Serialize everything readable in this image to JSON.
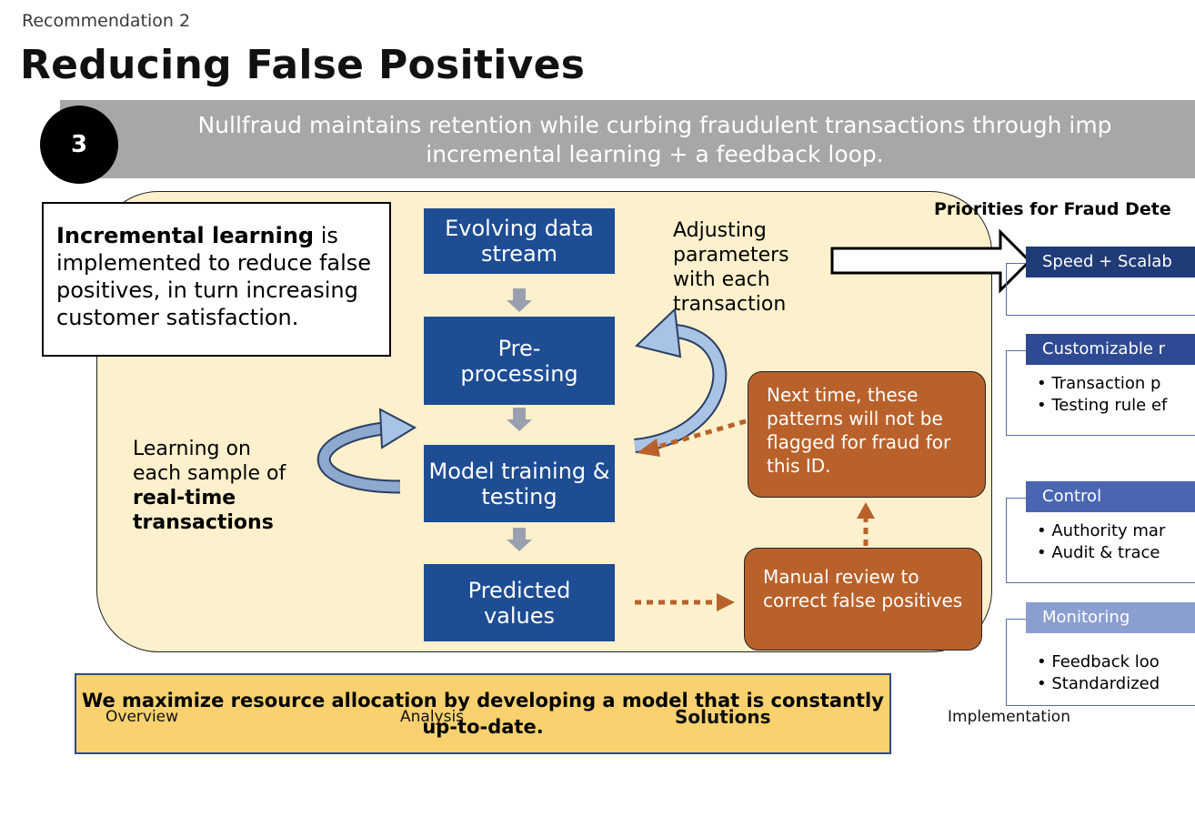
{
  "header": {
    "eyebrow": "Recommendation 2",
    "title": "Reducing False Positives"
  },
  "banner": {
    "step_number": "3",
    "line1": "Nullfraud maintains retention while curbing fraudulent transactions through imp",
    "line2": "incremental learning + a feedback loop."
  },
  "callout": {
    "bold": "Incremental learning",
    "rest": " is implemented to reduce false positives, in turn increasing customer satisfaction."
  },
  "flow": {
    "steps": [
      "Evolving data stream",
      "Pre-processing",
      "Model training & testing",
      "Predicted values"
    ],
    "step2_line1": "Pre-",
    "step2_line2": "processing",
    "adjust_label": "Adjusting parameters with each transaction",
    "learning_label_plain": "Learning on each sample of ",
    "learning_label_bold": "real-time transactions",
    "manual_review": "Manual review to correct false positives",
    "next_time": "Next time, these patterns will not be flagged for fraud for this ID."
  },
  "summary": {
    "text": "We maximize resource allocation by developing a model that is constantly up-to-date."
  },
  "priorities": {
    "title": "Priorities for Fraud Dete",
    "sections": [
      {
        "label": "Speed + Scalab",
        "color": "#1f3b78",
        "bullets": []
      },
      {
        "label": "Customizable r",
        "color": "#2e4a94",
        "bullets": [
          "Transaction p",
          "Testing rule ef"
        ]
      },
      {
        "label": "Control",
        "color": "#4a66b3",
        "bullets": [
          "Authority mar",
          "Audit & trace"
        ]
      },
      {
        "label": "Monitoring",
        "color": "#8b9ed0",
        "bullets": [
          "Feedback loo",
          "Standardized"
        ]
      }
    ]
  },
  "nav": {
    "items": [
      "Overview",
      "Analysis",
      "Solutions",
      "Implementation"
    ],
    "active": "Solutions"
  },
  "colors": {
    "flow_box": "#1e4d94",
    "orange": "#b9612b",
    "panel": "#fdf0cc",
    "summary": "#f9d26f",
    "banner": "#a8a7a7"
  }
}
